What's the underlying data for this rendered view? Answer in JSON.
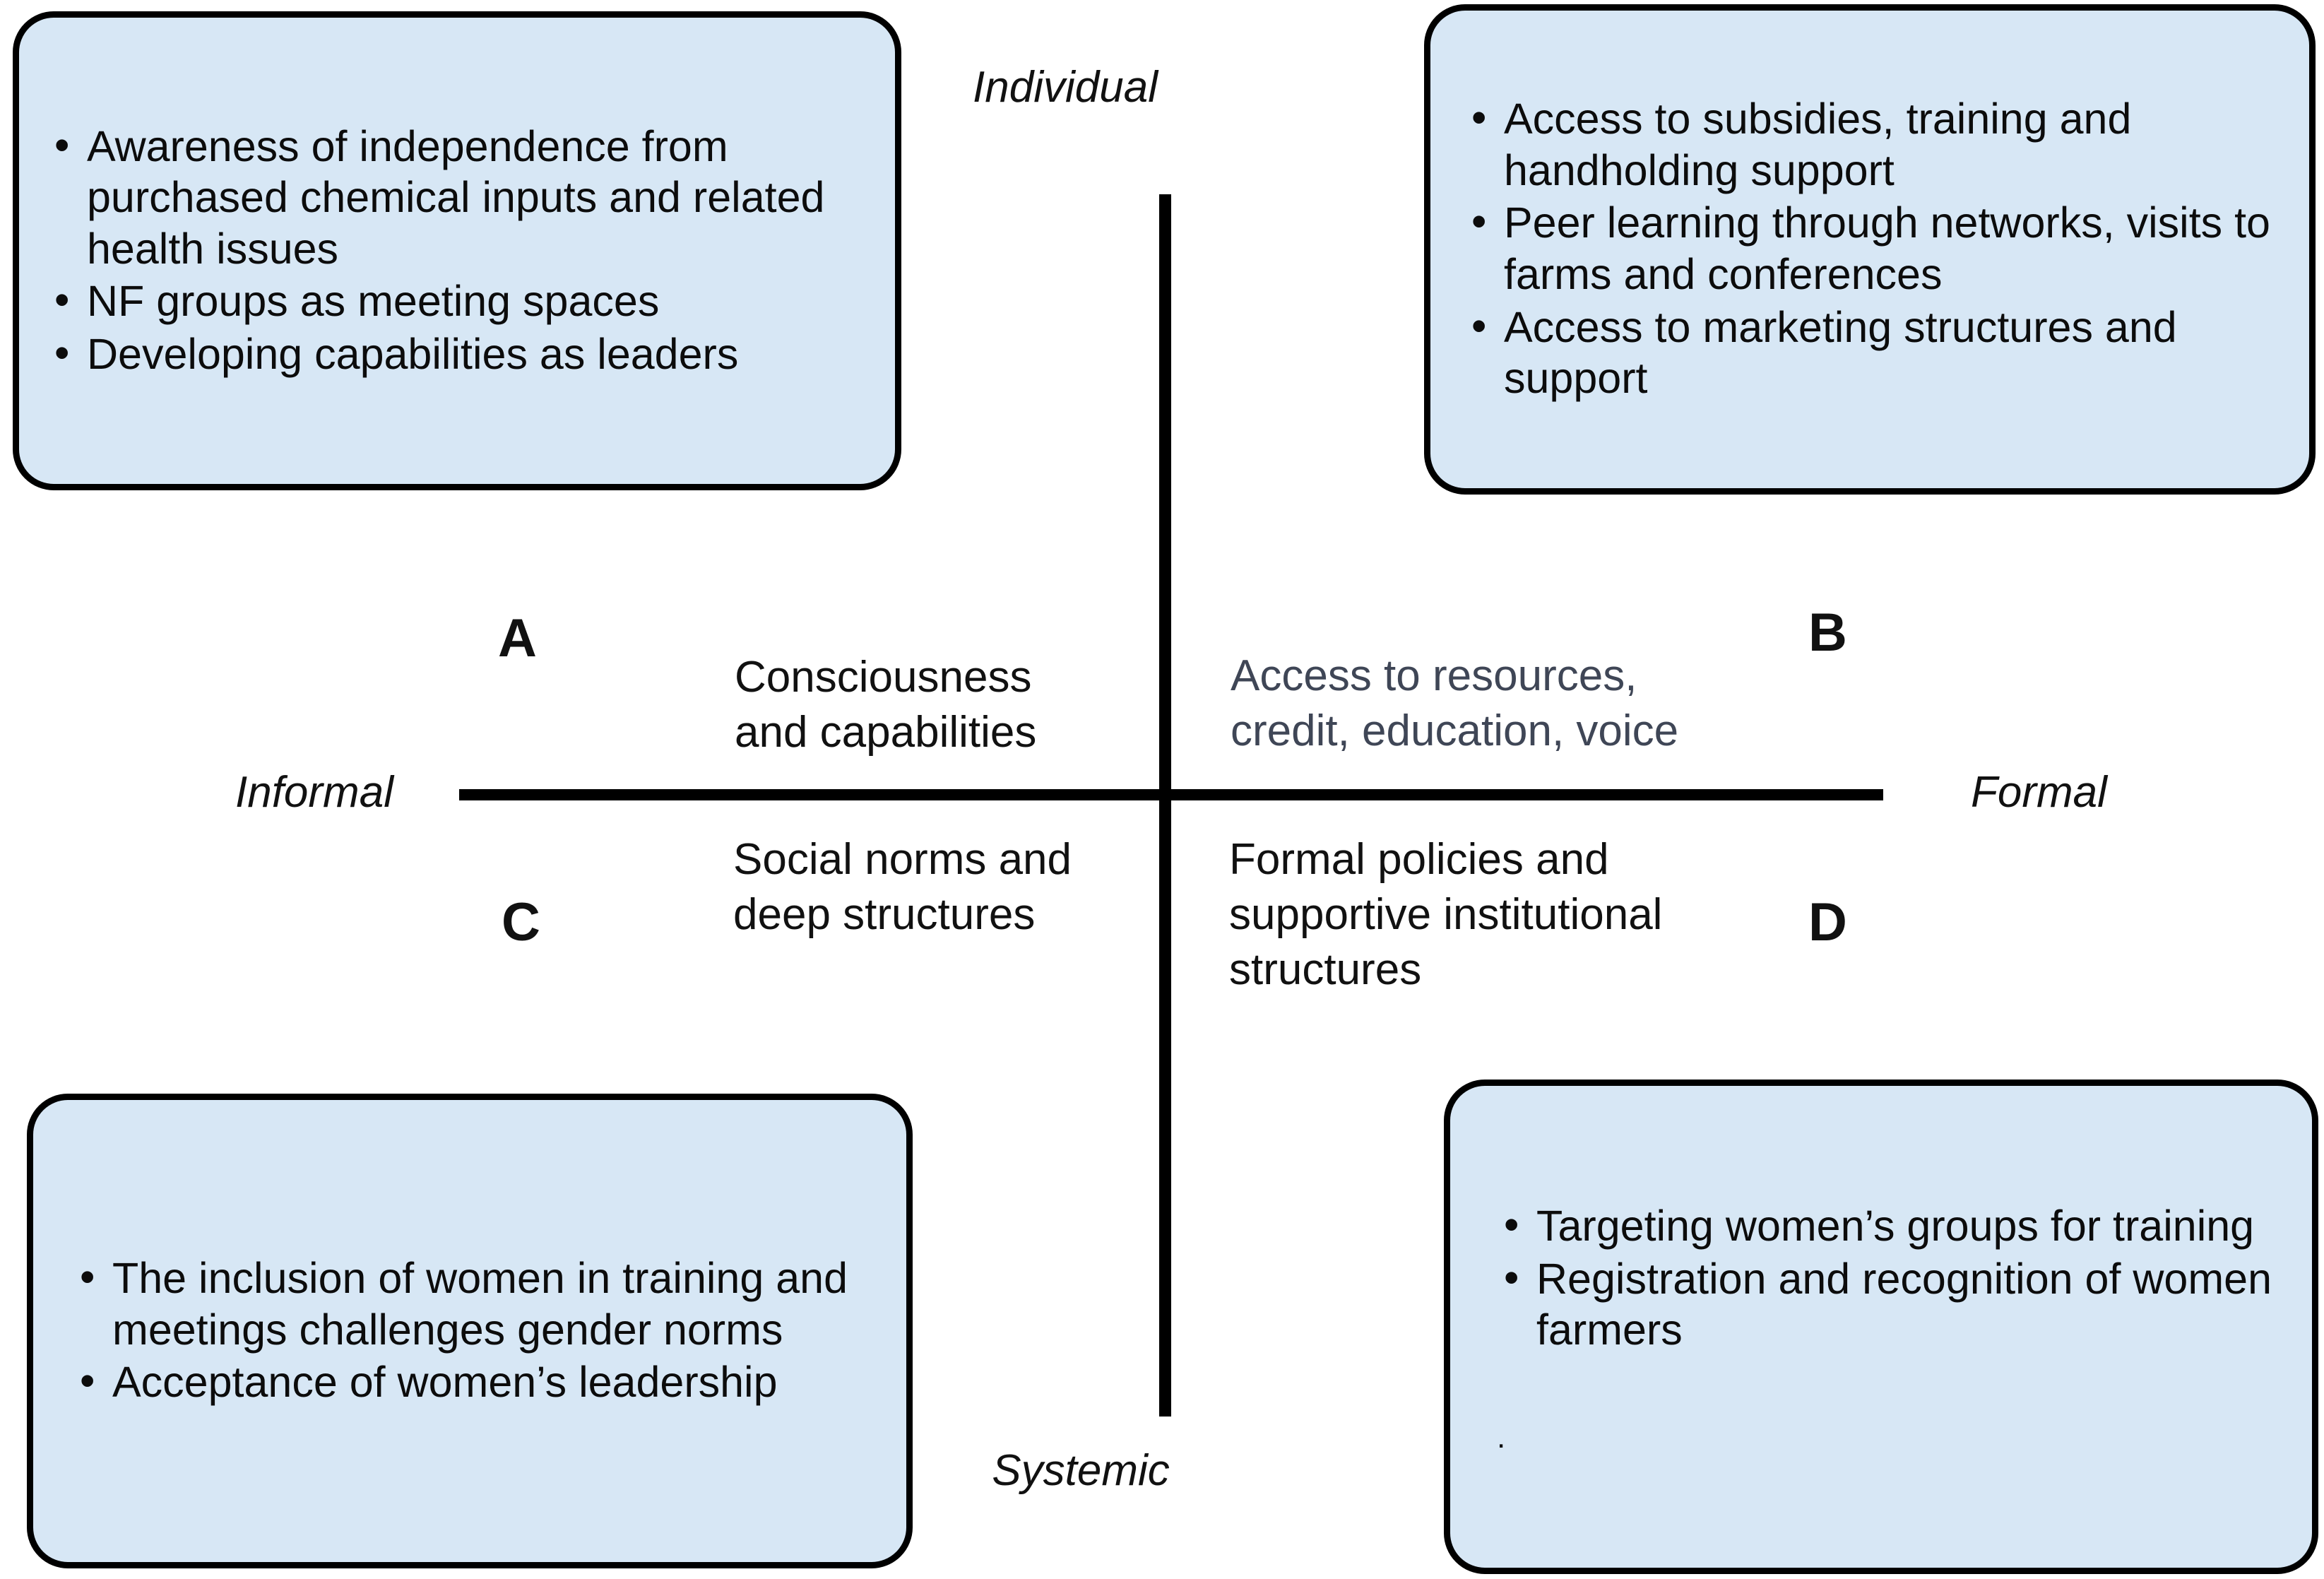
{
  "axes": {
    "top_label": "Individual",
    "bottom_label": "Systemic",
    "left_label": "Informal",
    "right_label": "Formal"
  },
  "quadrants": {
    "a": {
      "letter": "A",
      "description": "Consciousness\nand capabilities",
      "text_color": "#111111"
    },
    "b": {
      "letter": "B",
      "description": "Access to resources,\ncredit, education, voice",
      "text_color": "#3f4656"
    },
    "c": {
      "letter": "C",
      "description": "Social norms and\ndeep structures",
      "text_color": "#111111"
    },
    "d": {
      "letter": "D",
      "description": "Formal policies and\nsupportive institutional\nstructures",
      "text_color": "#111111"
    }
  },
  "boxes": {
    "top_left": {
      "bullet_glyph": "•",
      "items": [
        "Awareness of independence from purchased chemical inputs and related health issues",
        "NF groups as meeting spaces",
        "Developing capabilities as leaders"
      ]
    },
    "top_right": {
      "bullet_glyph": "•",
      "items": [
        "Access to subsidies, training and handholding support",
        "Peer learning through networks, visits to farms and conferences",
        "Access to marketing structures and support"
      ]
    },
    "bottom_left": {
      "bullet_glyph": "•",
      "items": [
        "The inclusion of women in training and meetings challenges gender norms",
        "Acceptance of women’s leadership"
      ]
    },
    "bottom_right": {
      "bullet_glyph": "•",
      "items": [
        "Targeting women’s groups for training",
        "Registration and recognition of women farmers"
      ],
      "trailing_mark": "."
    }
  },
  "colors": {
    "box_fill": "#d7e7f5",
    "box_border": "#000000",
    "axis_line": "#000000",
    "text": "#111111",
    "quadrant_b_text": "#3f4656",
    "background": "#ffffff"
  }
}
